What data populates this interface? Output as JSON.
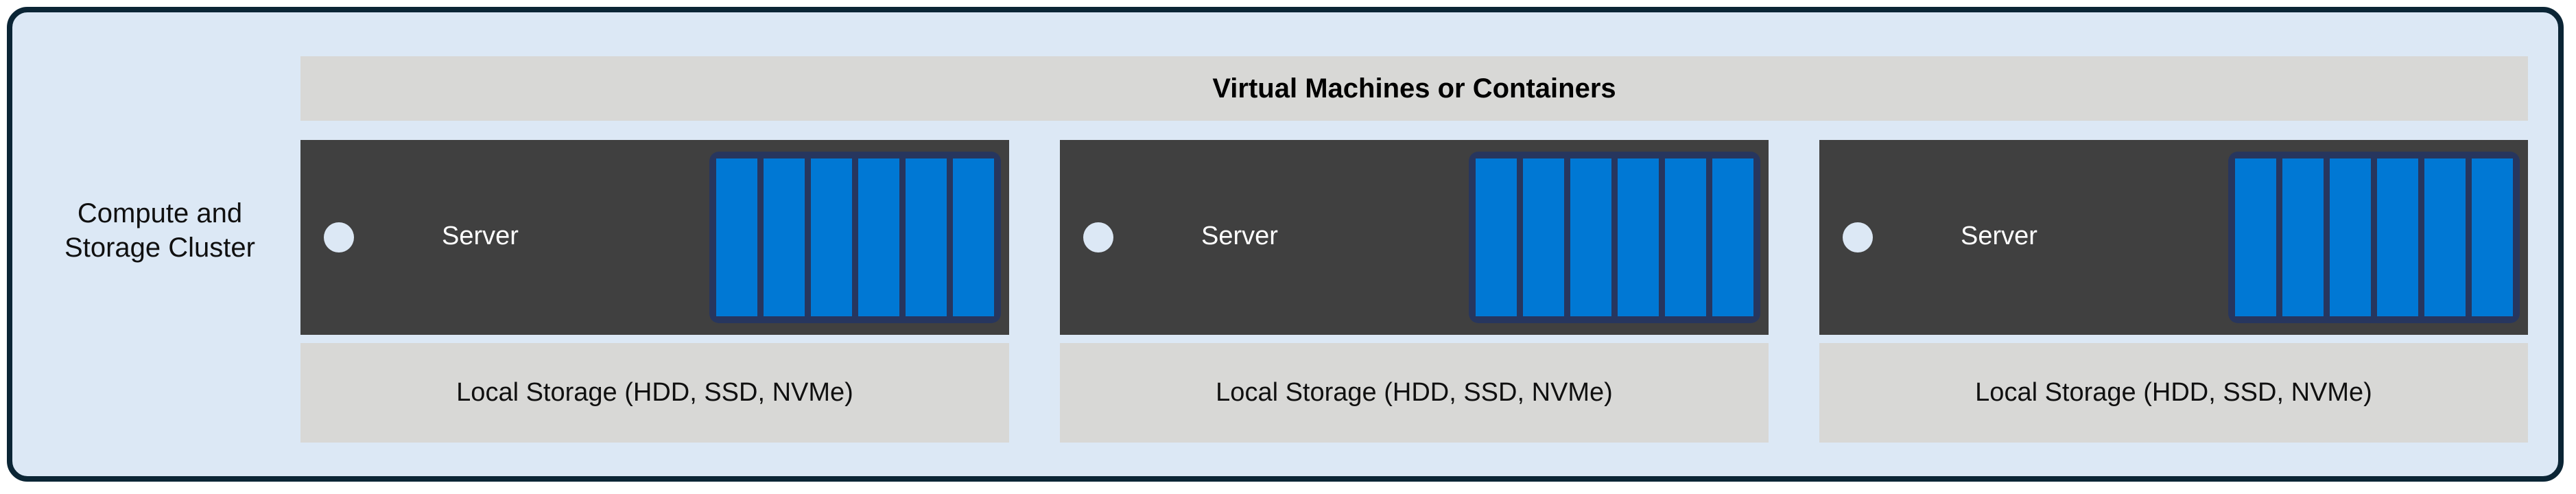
{
  "diagram": {
    "cluster_label": "Compute and\nStorage Cluster",
    "banner_title": "Virtual Machines or Containers",
    "colors": {
      "cluster_background": "#dce8f5",
      "cluster_border": "#0b2535",
      "banner_background": "#d8d8d6",
      "server_chassis": "#404040",
      "drive_bay_frame": "#27365e",
      "drive": "#0078d4",
      "storage_strip": "#d8d8d6",
      "server_text": "#ffffff",
      "body_text": "#101010"
    },
    "columns": [
      {
        "server_label": "Server",
        "storage_label": "Local Storage (HDD, SSD, NVMe)",
        "drive_count": 6,
        "led": "status-led"
      },
      {
        "server_label": "Server",
        "storage_label": "Local Storage (HDD, SSD, NVMe)",
        "drive_count": 6,
        "led": "status-led"
      },
      {
        "server_label": "Server",
        "storage_label": "Local Storage (HDD, SSD, NVMe)",
        "drive_count": 6,
        "led": "status-led"
      }
    ]
  }
}
